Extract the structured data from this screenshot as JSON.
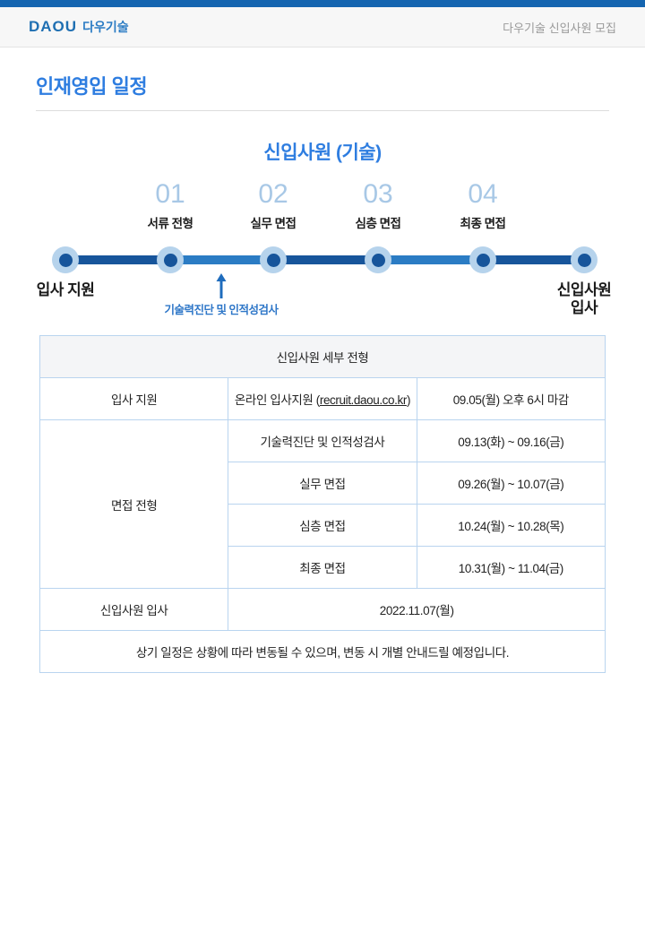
{
  "header": {
    "logo_mark": "DAOU",
    "logo_kr": "다우기술",
    "right_text": "다우기술 신입사원 모집"
  },
  "page": {
    "title": "인재영입 일정",
    "section_title": "신입사원 (기술)"
  },
  "timeline": {
    "steps": [
      {
        "num": "01",
        "label": "서류 전형"
      },
      {
        "num": "02",
        "label": "실무 면접"
      },
      {
        "num": "03",
        "label": "심층 면접"
      },
      {
        "num": "04",
        "label": "최종 면접"
      }
    ],
    "start_label": "입사 지원",
    "end_label_line1": "신입사원",
    "end_label_line2": "입사",
    "annotation": "기술력진단 및 인적성검사"
  },
  "schedule": {
    "header": "신입사원 세부 전형",
    "rows": [
      {
        "category": "입사 지원",
        "items": [
          {
            "name_prefix": "온라인 입사지원 (",
            "link": "recruit.daou.co.kr",
            "name_suffix": ")",
            "date": "09.05(월) 오후 6시 마감"
          }
        ]
      },
      {
        "category": "면접 전형",
        "items": [
          {
            "name": "기술력진단 및 인적성검사",
            "date": "09.13(화) ~ 09.16(금)"
          },
          {
            "name": "실무 면접",
            "date": "09.26(월) ~ 10.07(금)"
          },
          {
            "name": "심층 면접",
            "date": "10.24(월) ~ 10.28(목)"
          },
          {
            "name": "최종 면접",
            "date": "10.31(월) ~ 11.04(금)"
          }
        ]
      },
      {
        "category": "신입사원 입사",
        "items": [
          {
            "name": "",
            "date": "2022.11.07(월)"
          }
        ]
      }
    ],
    "footer_note": "상기 일정은 상황에 따라 변동될 수 있으며, 변동 시 개별 안내드릴 예정입니다."
  },
  "colors": {
    "brand_blue": "#2e7de0",
    "bar_blue": "#1565b0",
    "track_dark": "#17559b",
    "track_light": "#2b7cc4",
    "date_red": "#b02222"
  }
}
